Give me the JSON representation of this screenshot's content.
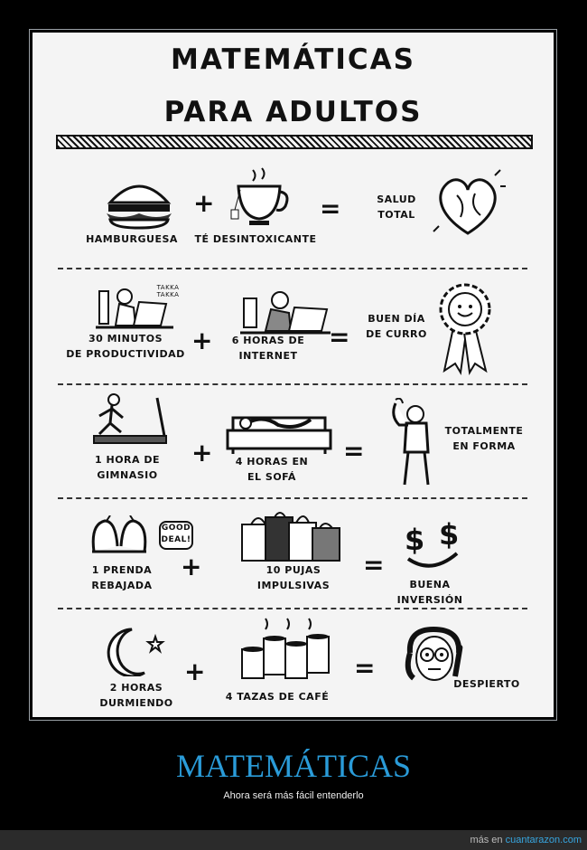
{
  "poster": {
    "title_line1": "MATEMÁTICAS",
    "title_line2": "PARA ADULTOS",
    "rows": [
      {
        "a": "HAMBURGUESA",
        "b": "TÉ DESINTOXICANTE",
        "result": "SALUD\nTOTAL"
      },
      {
        "a": "30 MINUTOS\nDE PRODUCTIVIDAD",
        "a_note": "TAKKA\nTAKKA",
        "b": "6 HORAS DE\nINTERNET",
        "result": "BUEN DÍA\nDE CURRO"
      },
      {
        "a": "1 HORA DE\nGIMNASIO",
        "b": "4 HORAS EN\nEL SOFÁ",
        "result": "TOTALMENTE\nEN FORMA"
      },
      {
        "a": "1 PRENDA\nREBAJADA",
        "a_note": "GOOD\nDEAL!",
        "b": "10 PUJAS\nIMPULSIVAS",
        "result": "BUENA\nINVERSIÓN"
      },
      {
        "a": "2 HORAS\nDURMIENDO",
        "b": "4 TAZAS DE CAFÉ",
        "result": "DESPIERTO"
      }
    ],
    "plus": "+",
    "equals": "="
  },
  "caption": {
    "title": "MATEMÁTICAS",
    "subtitle": "Ahora será más fácil entenderlo"
  },
  "footer": {
    "prefix": "más en",
    "site": "cuantarazon.com"
  }
}
